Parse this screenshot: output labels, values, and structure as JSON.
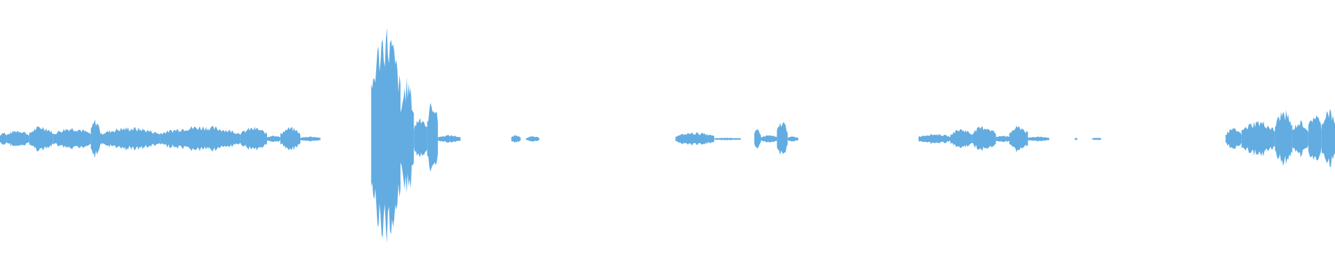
{
  "waveform": {
    "color": "#62ace2",
    "background": "#ffffff",
    "amplitude_range": [
      -1,
      1
    ],
    "segments": [
      {
        "start": 0.0,
        "end": 0.005,
        "peak": 0.06
      },
      {
        "start": 0.005,
        "end": 0.022,
        "peak": 0.07
      },
      {
        "start": 0.022,
        "end": 0.04,
        "peak": 0.1
      },
      {
        "start": 0.04,
        "end": 0.068,
        "peak": 0.09
      },
      {
        "start": 0.068,
        "end": 0.075,
        "peak": 0.15
      },
      {
        "start": 0.075,
        "end": 0.12,
        "peak": 0.09
      },
      {
        "start": 0.12,
        "end": 0.18,
        "peak": 0.1
      },
      {
        "start": 0.18,
        "end": 0.2,
        "peak": 0.09
      },
      {
        "start": 0.2,
        "end": 0.21,
        "peak": 0.03
      },
      {
        "start": 0.21,
        "end": 0.225,
        "peak": 0.09
      },
      {
        "start": 0.225,
        "end": 0.24,
        "peak": 0.02
      },
      {
        "start": 0.278,
        "end": 0.3,
        "peak": 0.85
      },
      {
        "start": 0.3,
        "end": 0.31,
        "peak": 0.45
      },
      {
        "start": 0.31,
        "end": 0.32,
        "peak": 0.18
      },
      {
        "start": 0.32,
        "end": 0.328,
        "peak": 0.3
      },
      {
        "start": 0.328,
        "end": 0.345,
        "peak": 0.03
      },
      {
        "start": 0.383,
        "end": 0.39,
        "peak": 0.03
      },
      {
        "start": 0.394,
        "end": 0.404,
        "peak": 0.02
      },
      {
        "start": 0.506,
        "end": 0.535,
        "peak": 0.05
      },
      {
        "start": 0.535,
        "end": 0.555,
        "peak": 0.01
      },
      {
        "start": 0.565,
        "end": 0.57,
        "peak": 0.08
      },
      {
        "start": 0.57,
        "end": 0.582,
        "peak": 0.03
      },
      {
        "start": 0.582,
        "end": 0.59,
        "peak": 0.14
      },
      {
        "start": 0.59,
        "end": 0.598,
        "peak": 0.02
      },
      {
        "start": 0.688,
        "end": 0.712,
        "peak": 0.04
      },
      {
        "start": 0.712,
        "end": 0.728,
        "peak": 0.08
      },
      {
        "start": 0.728,
        "end": 0.746,
        "peak": 0.1
      },
      {
        "start": 0.746,
        "end": 0.756,
        "peak": 0.03
      },
      {
        "start": 0.756,
        "end": 0.77,
        "peak": 0.1
      },
      {
        "start": 0.77,
        "end": 0.786,
        "peak": 0.02
      },
      {
        "start": 0.805,
        "end": 0.807,
        "peak": 0.01
      },
      {
        "start": 0.818,
        "end": 0.825,
        "peak": 0.01
      },
      {
        "start": 0.918,
        "end": 0.93,
        "peak": 0.08
      },
      {
        "start": 0.93,
        "end": 0.955,
        "peak": 0.14
      },
      {
        "start": 0.955,
        "end": 0.968,
        "peak": 0.22
      },
      {
        "start": 0.968,
        "end": 0.98,
        "peak": 0.14
      },
      {
        "start": 0.98,
        "end": 0.99,
        "peak": 0.2
      },
      {
        "start": 0.99,
        "end": 1.0,
        "peak": 0.24
      }
    ]
  }
}
